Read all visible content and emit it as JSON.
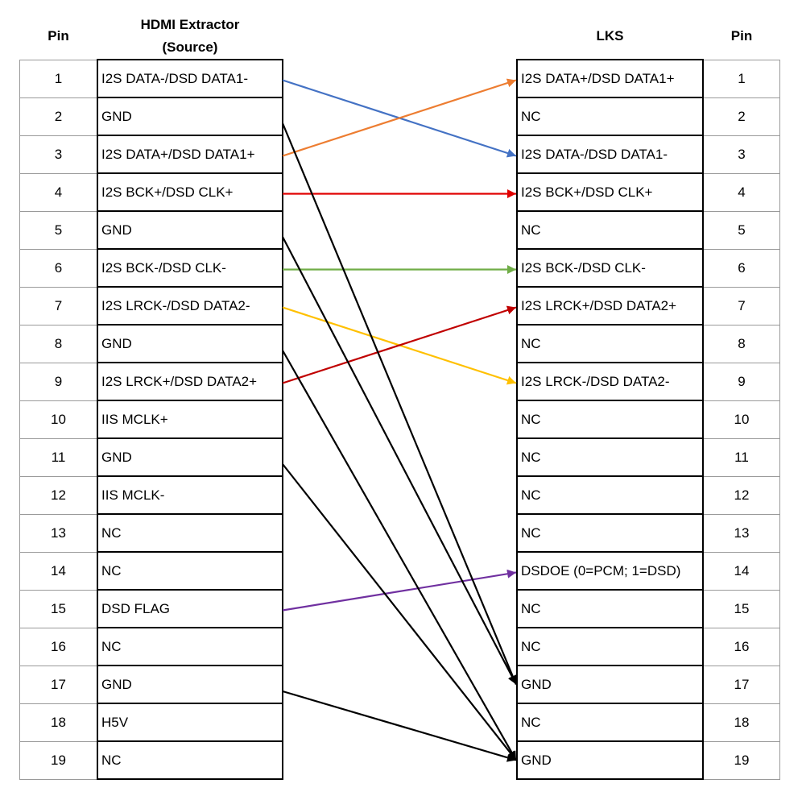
{
  "headers": {
    "pin_left": "Pin",
    "source": "HDMI Extractor",
    "source_sub": "(Source)",
    "lks": "LKS",
    "pin_right": "Pin"
  },
  "left_rows": [
    {
      "pin": "1",
      "label": "I2S DATA-/DSD DATA1-"
    },
    {
      "pin": "2",
      "label": "GND"
    },
    {
      "pin": "3",
      "label": "I2S DATA+/DSD DATA1+"
    },
    {
      "pin": "4",
      "label": "I2S BCK+/DSD CLK+"
    },
    {
      "pin": "5",
      "label": "GND"
    },
    {
      "pin": "6",
      "label": "I2S BCK-/DSD CLK-"
    },
    {
      "pin": "7",
      "label": "I2S LRCK-/DSD DATA2-"
    },
    {
      "pin": "8",
      "label": "GND"
    },
    {
      "pin": "9",
      "label": "I2S LRCK+/DSD DATA2+"
    },
    {
      "pin": "10",
      "label": "IIS MCLK+"
    },
    {
      "pin": "11",
      "label": "GND"
    },
    {
      "pin": "12",
      "label": "IIS MCLK-"
    },
    {
      "pin": "13",
      "label": "NC"
    },
    {
      "pin": "14",
      "label": "NC"
    },
    {
      "pin": "15",
      "label": "DSD FLAG"
    },
    {
      "pin": "16",
      "label": "NC"
    },
    {
      "pin": "17",
      "label": "GND"
    },
    {
      "pin": "18",
      "label": "H5V"
    },
    {
      "pin": "19",
      "label": "NC"
    }
  ],
  "right_rows": [
    {
      "pin": "1",
      "label": "I2S DATA+/DSD DATA1+"
    },
    {
      "pin": "2",
      "label": "NC"
    },
    {
      "pin": "3",
      "label": "I2S DATA-/DSD DATA1-"
    },
    {
      "pin": "4",
      "label": "I2S BCK+/DSD CLK+"
    },
    {
      "pin": "5",
      "label": "NC"
    },
    {
      "pin": "6",
      "label": "I2S BCK-/DSD CLK-"
    },
    {
      "pin": "7",
      "label": "I2S LRCK+/DSD DATA2+"
    },
    {
      "pin": "8",
      "label": "NC"
    },
    {
      "pin": "9",
      "label": "I2S LRCK-/DSD DATA2-"
    },
    {
      "pin": "10",
      "label": "NC"
    },
    {
      "pin": "11",
      "label": "NC"
    },
    {
      "pin": "12",
      "label": "NC"
    },
    {
      "pin": "13",
      "label": "NC"
    },
    {
      "pin": "14",
      "label": "DSDOE (0=PCM; 1=DSD)"
    },
    {
      "pin": "15",
      "label": "NC"
    },
    {
      "pin": "16",
      "label": "NC"
    },
    {
      "pin": "17",
      "label": "GND"
    },
    {
      "pin": "18",
      "label": "NC"
    },
    {
      "pin": "19",
      "label": "GND"
    }
  ],
  "connections": [
    {
      "from": 1,
      "to": 3,
      "color": "#4472C4"
    },
    {
      "from": 3,
      "to": 1,
      "color": "#ED7D31"
    },
    {
      "from": 4,
      "to": 4,
      "color": "#E00000"
    },
    {
      "from": 6,
      "to": 6,
      "color": "#70AD47"
    },
    {
      "from": 7,
      "to": 9,
      "color": "#FFC000"
    },
    {
      "from": 9,
      "to": 7,
      "color": "#C00000"
    },
    {
      "from": 15,
      "to": 14,
      "color": "#7030A0"
    },
    {
      "from": 2,
      "to": 17,
      "color": "#000000"
    },
    {
      "from": 5,
      "to": 17,
      "color": "#000000"
    },
    {
      "from": 8,
      "to": 19,
      "color": "#000000"
    },
    {
      "from": 11,
      "to": 19,
      "color": "#000000"
    },
    {
      "from": 17,
      "to": 19,
      "color": "#000000"
    }
  ]
}
